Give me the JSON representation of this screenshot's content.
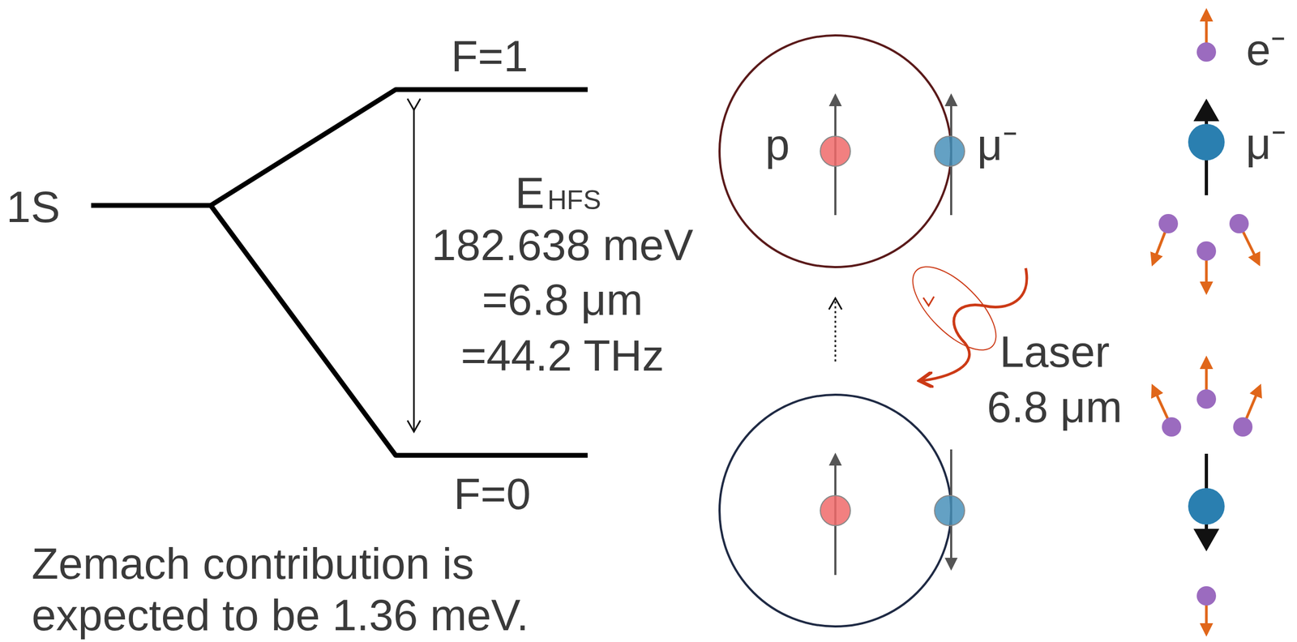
{
  "diagram": {
    "nodes": [
      {
        "text": [
          "p",
          "μ⁻"
        ]
      }
    ],
    "labels": [
      "1S",
      "F=1",
      "F=0",
      "E",
      "HFS",
      "182.638 meV",
      "=6.8 μm",
      "=44.2 THz",
      "Zemach contribution is expected to be 1.36 meV.",
      "Laser 6.8 μm",
      "e⁻",
      "μ⁻"
    ]
  }
}
